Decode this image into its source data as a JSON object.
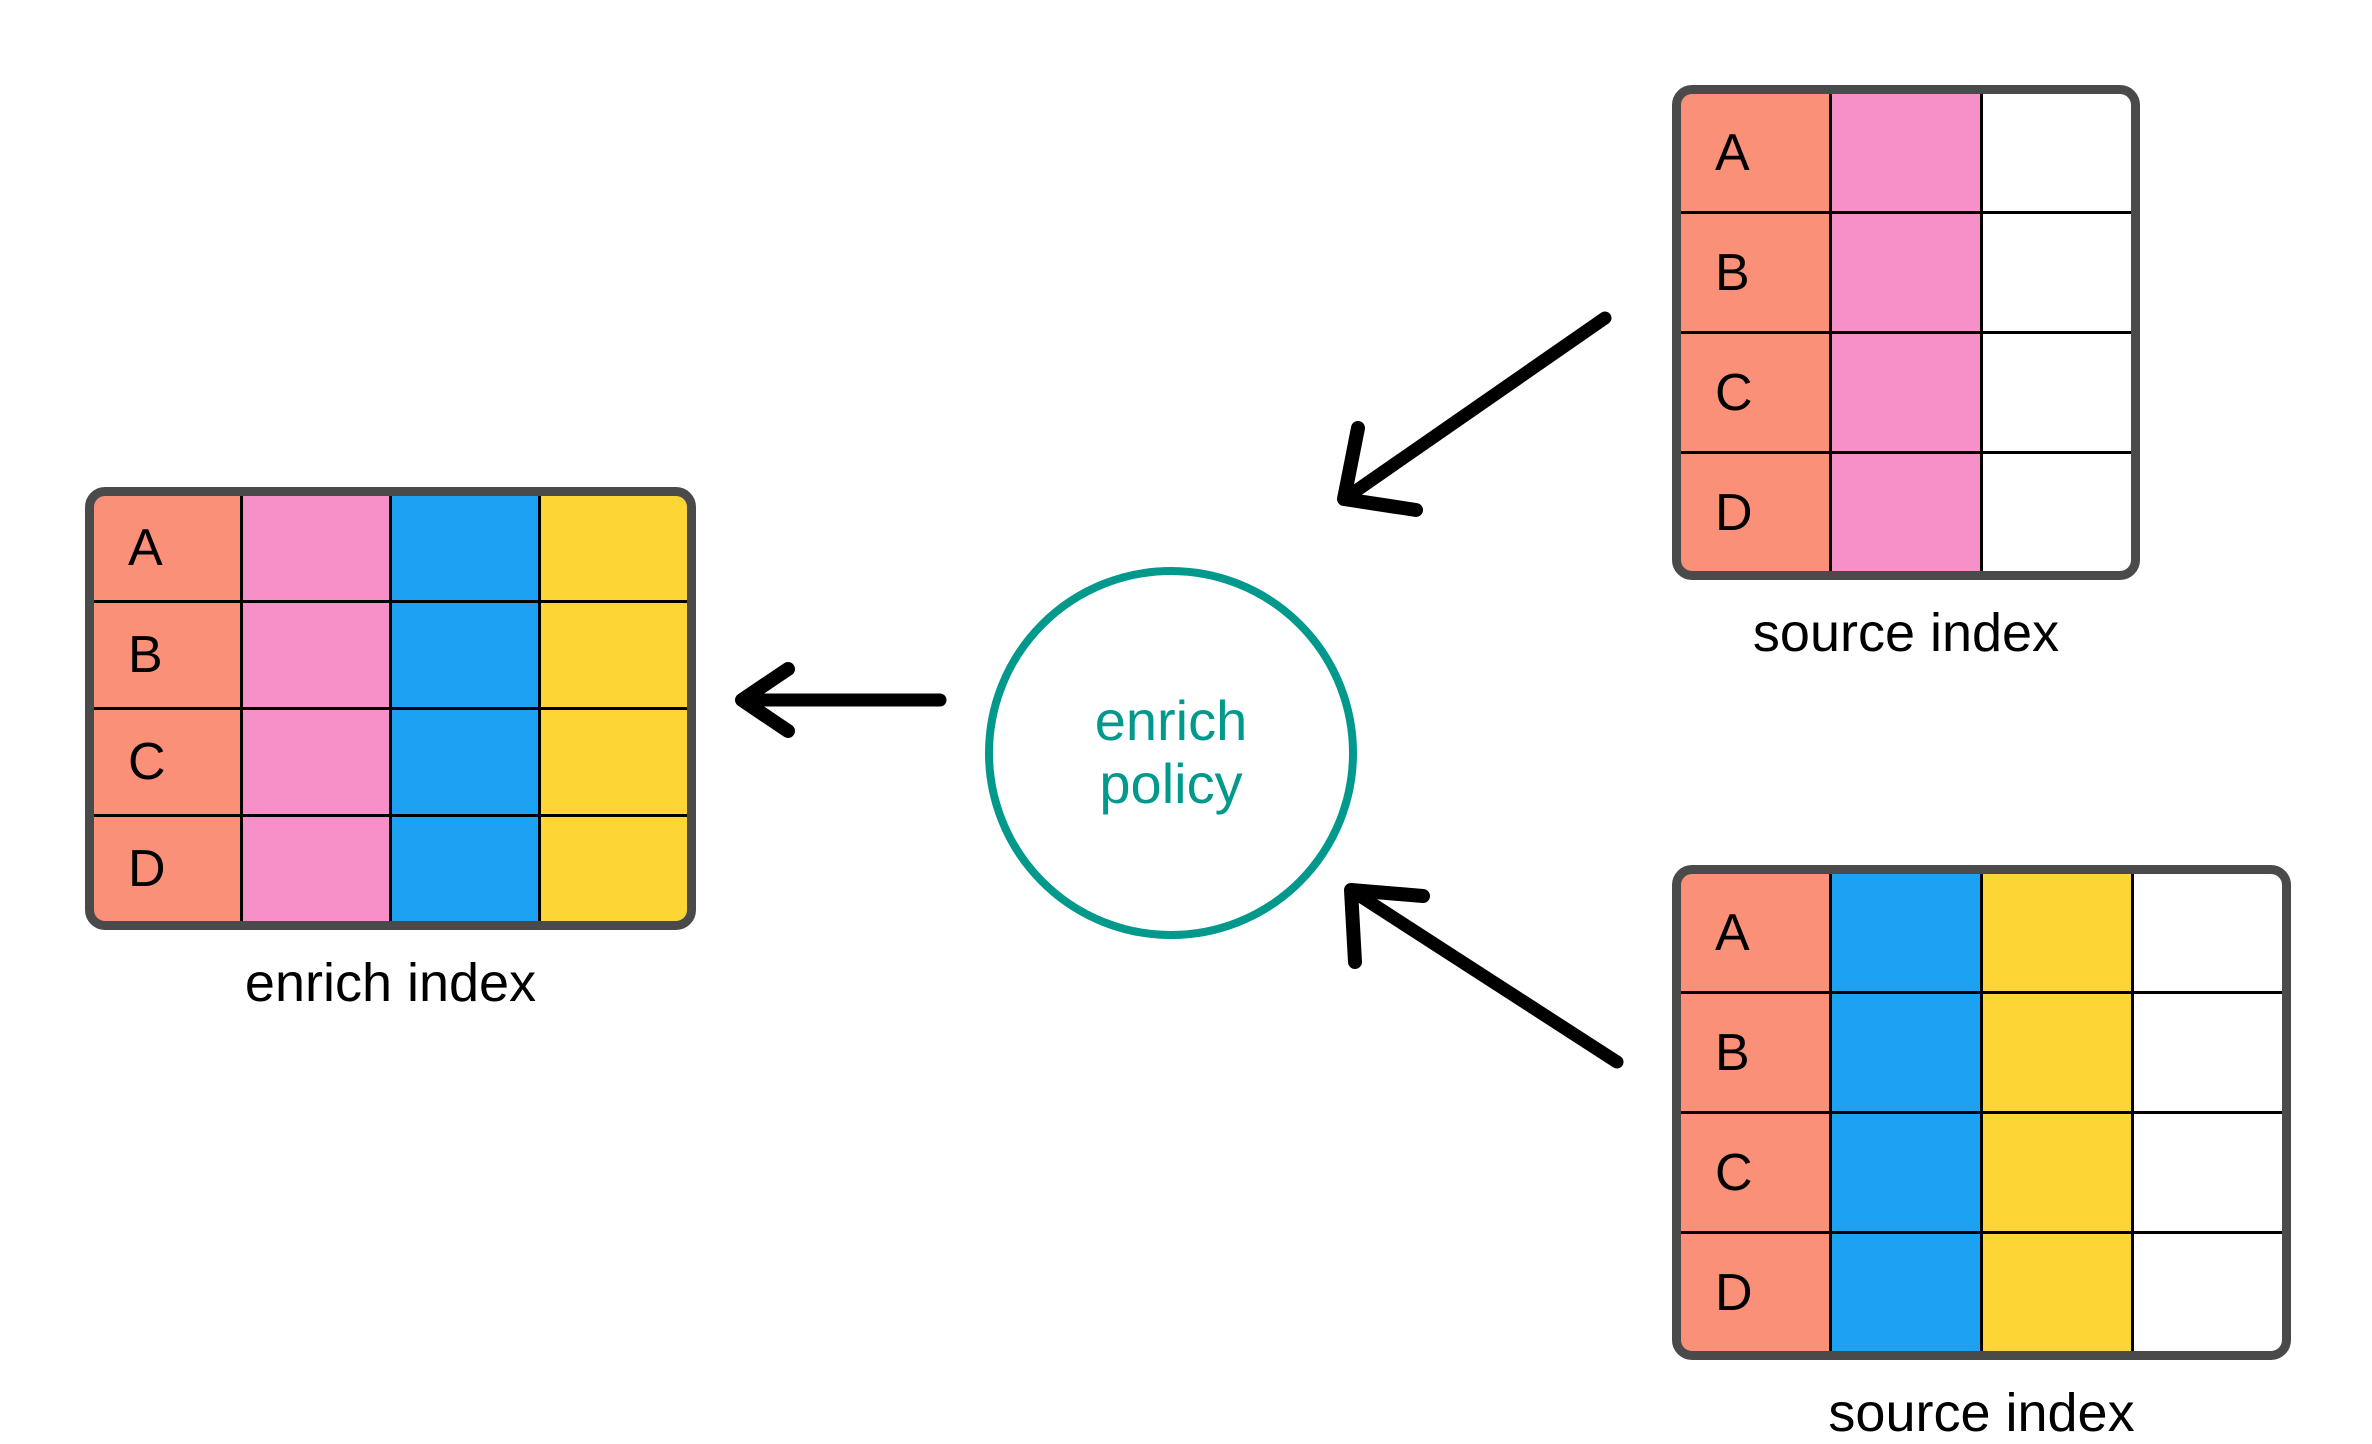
{
  "palette": {
    "key_column": "#FA9077",
    "pink": "#F78FC9",
    "blue": "#1DA1F2",
    "yellow": "#FDD535",
    "empty": "#FFFFFF",
    "frame": "#4A4A4A",
    "grid_line": "#000000",
    "policy_accent": "#00998C",
    "arrow": "#000000",
    "background": "#FFFFFF"
  },
  "policy": {
    "name": "enrich-policy",
    "line1": "enrich",
    "line2": "policy"
  },
  "tables": {
    "enrich_index": {
      "caption": "enrich index",
      "row_keys": [
        "A",
        "B",
        "C",
        "D"
      ],
      "columns": [
        {
          "name": "key",
          "fill": "#FA9077",
          "has_key_text": true
        },
        {
          "name": "field-pink",
          "fill": "#F78FC9",
          "has_key_text": false
        },
        {
          "name": "field-blue",
          "fill": "#1DA1F2",
          "has_key_text": false
        },
        {
          "name": "field-yellow",
          "fill": "#FDD535",
          "has_key_text": false
        }
      ]
    },
    "source_index_top": {
      "caption": "source index",
      "row_keys": [
        "A",
        "B",
        "C",
        "D"
      ],
      "columns": [
        {
          "name": "key",
          "fill": "#FA9077",
          "has_key_text": true
        },
        {
          "name": "field-pink",
          "fill": "#F78FC9",
          "has_key_text": false
        },
        {
          "name": "field-empty",
          "fill": "#FFFFFF",
          "has_key_text": false
        }
      ]
    },
    "source_index_bottom": {
      "caption": "source index",
      "row_keys": [
        "A",
        "B",
        "C",
        "D"
      ],
      "columns": [
        {
          "name": "key",
          "fill": "#FA9077",
          "has_key_text": true
        },
        {
          "name": "field-blue",
          "fill": "#1DA1F2",
          "has_key_text": false
        },
        {
          "name": "field-yellow",
          "fill": "#FDD535",
          "has_key_text": false
        },
        {
          "name": "field-empty",
          "fill": "#FFFFFF",
          "has_key_text": false
        }
      ]
    }
  },
  "arrows": [
    {
      "name": "arrow-source-top-to-policy",
      "direction": "down-left"
    },
    {
      "name": "arrow-policy-to-enrich-index",
      "direction": "left"
    },
    {
      "name": "arrow-source-bottom-to-policy",
      "direction": "up-left"
    }
  ]
}
